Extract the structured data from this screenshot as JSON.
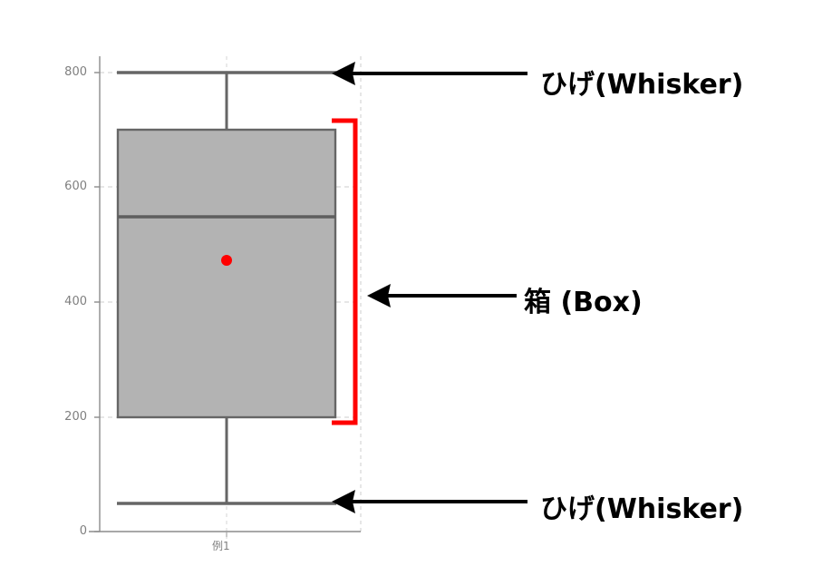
{
  "chart_data": {
    "type": "box",
    "title": "",
    "xlabel": "",
    "ylabel": "",
    "categories": [
      "例1"
    ],
    "ylim": [
      0,
      830
    ],
    "yticks": [
      0,
      200,
      400,
      600,
      800
    ],
    "ytick_labels": [
      "0",
      "200",
      "400",
      "600",
      "800"
    ],
    "grid": "dashed-light-gray",
    "legend": "none",
    "boxes": [
      {
        "category": "例1",
        "whisker_low": 50,
        "q1": 200,
        "median": 550,
        "q3": 700,
        "whisker_high": 800,
        "mean": 470,
        "box_fill": "#b3b3b3",
        "box_edge": "#666666",
        "mean_marker_color": "#ff0000"
      }
    ],
    "annotations": [
      {
        "id": "whisker-top",
        "label": "ひげ(Whisker)",
        "points_to_value": 800,
        "arrow_direction": "left",
        "color": "#000000"
      },
      {
        "id": "box",
        "label": "箱 (Box)",
        "points_to_value": 410,
        "arrow_direction": "left",
        "color": "#000000"
      },
      {
        "id": "whisker-bottom",
        "label": "ひげ(Whisker)",
        "points_to_value": 50,
        "arrow_direction": "left",
        "color": "#000000"
      }
    ],
    "bracket": {
      "id": "box-range-bracket",
      "color": "#ff0000",
      "from_value": 200,
      "to_value": 700,
      "orientation": "vertical-right"
    }
  },
  "axes": {
    "y_tick_0": "0",
    "y_tick_200": "200",
    "y_tick_400": "400",
    "y_tick_600": "600",
    "y_tick_800": "800",
    "x_tick_1": "例1"
  },
  "annotations": {
    "whisker_top_label": "ひげ(Whisker)",
    "box_label": "箱 (Box)",
    "whisker_bottom_label": "ひげ(Whisker)"
  }
}
